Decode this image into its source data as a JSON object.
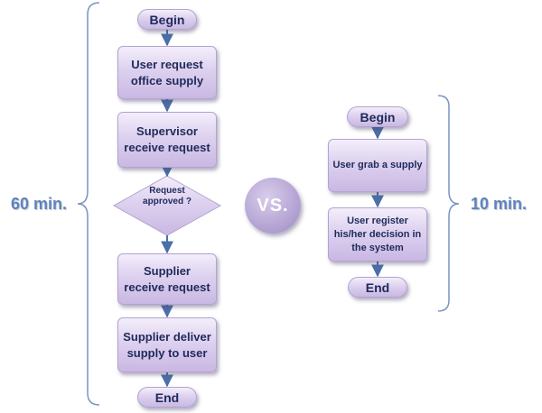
{
  "left_flow": {
    "begin": "Begin",
    "step1": "User request office supply",
    "step2": "Supervisor receive request",
    "decision": "Request approved ?",
    "step3": "Supplier receive request",
    "step4": "Supplier deliver supply to user",
    "end": "End"
  },
  "vs_label": "VS.",
  "right_flow": {
    "begin": "Begin",
    "step1": "User grab a supply",
    "step2": "User register his/her decision in the system",
    "end": "End"
  },
  "left_time": "60 min.",
  "right_time": "10 min.",
  "colors": {
    "box_text": "#1f2a5a",
    "arrow": "#4a6fa8",
    "bracket": "#7a94c4",
    "time_label": "#5e83bf"
  }
}
